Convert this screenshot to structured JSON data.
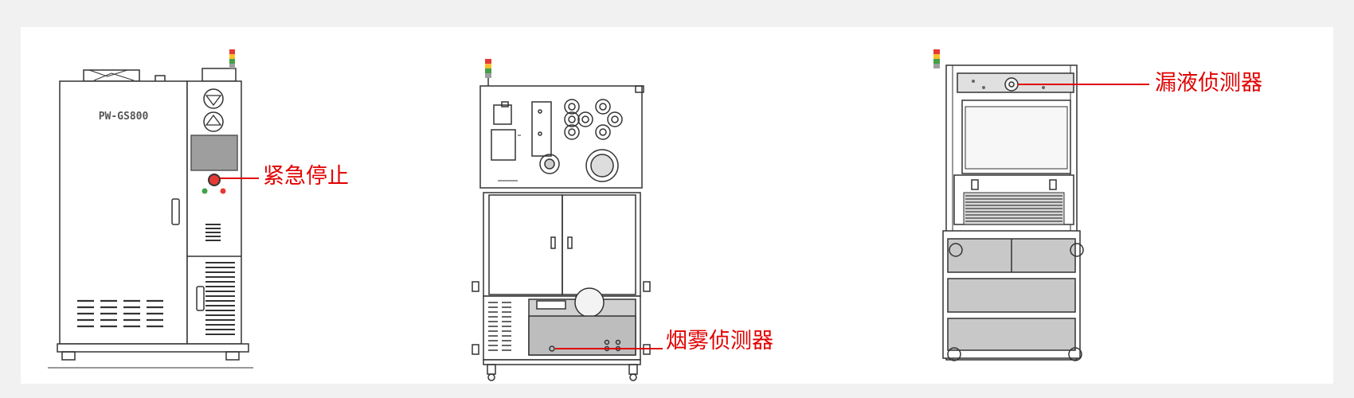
{
  "colors": {
    "accent": "#e10000",
    "line": "#333333",
    "panel": "#9e9e9e"
  },
  "machine1": {
    "model_label": "PW-GS800"
  },
  "callouts": {
    "emergency_stop": "紧急停止",
    "smoke_detector": "烟雾侦测器",
    "leak_detector": "漏液侦测器"
  }
}
